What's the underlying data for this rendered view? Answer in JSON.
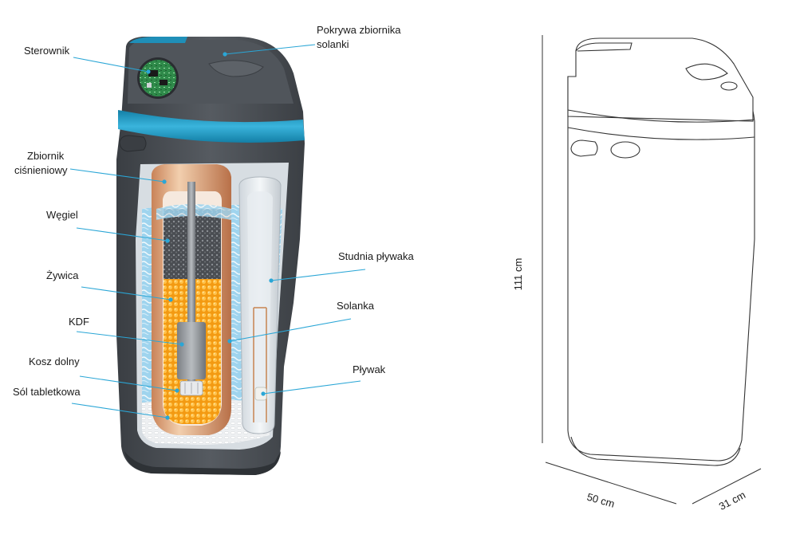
{
  "labels": {
    "sterownik": "Sterownik",
    "pokrywa_line1": "Pokrywa zbiornika",
    "pokrywa_line2": "solanki",
    "zbiornik_line1": "Zbiornik",
    "zbiornik_line2": "ciśnieniowy",
    "wegiel": "Węgiel",
    "zywica": "Żywica",
    "kdf": "KDF",
    "kosz": "Kosz dolny",
    "sol": "Sól tabletkowa",
    "studnia": "Studnia pływaka",
    "solanka": "Solanka",
    "plywak": "Pływak"
  },
  "dimensions": {
    "height": "111 cm",
    "width": "50 cm",
    "depth": "31 cm"
  },
  "colors": {
    "leader": "#2aa6d6",
    "body_dark": "#454a50",
    "accent_band": "#1f8fb8",
    "resin": "#f5a21a",
    "tank_copper": "#d9a07a"
  }
}
